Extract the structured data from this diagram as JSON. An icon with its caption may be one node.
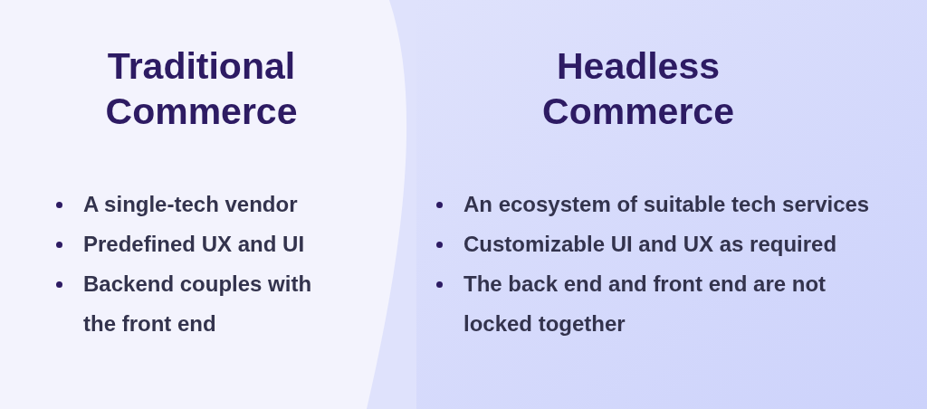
{
  "diagram": {
    "nodes": [
      {
        "text": [
          "Traditional Commerce",
          "A single-tech vendor",
          "Predefined UX and UI",
          "Backend couples with the front end"
        ]
      },
      {
        "text": [
          "Headless Commerce",
          "An ecosystem of suitable tech services",
          "Customizable UI and UX as required",
          "The back end and front end are not locked together"
        ]
      }
    ]
  }
}
